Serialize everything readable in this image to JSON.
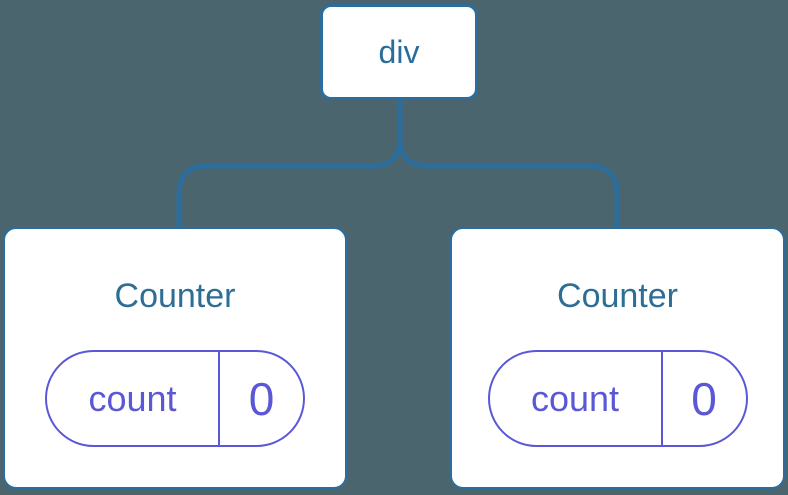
{
  "colors": {
    "background": "#4b656e",
    "line_blue": "#2b6e9e",
    "node_text_blue": "#2a6d9a",
    "title_blue": "#2d6e94",
    "state_purple": "#5b58d8",
    "card_background": "#ffffff"
  },
  "tree": {
    "root": {
      "label": "div"
    },
    "children": [
      {
        "title": "Counter",
        "state": {
          "name": "count",
          "value": "0"
        }
      },
      {
        "title": "Counter",
        "state": {
          "name": "count",
          "value": "0"
        }
      }
    ]
  }
}
